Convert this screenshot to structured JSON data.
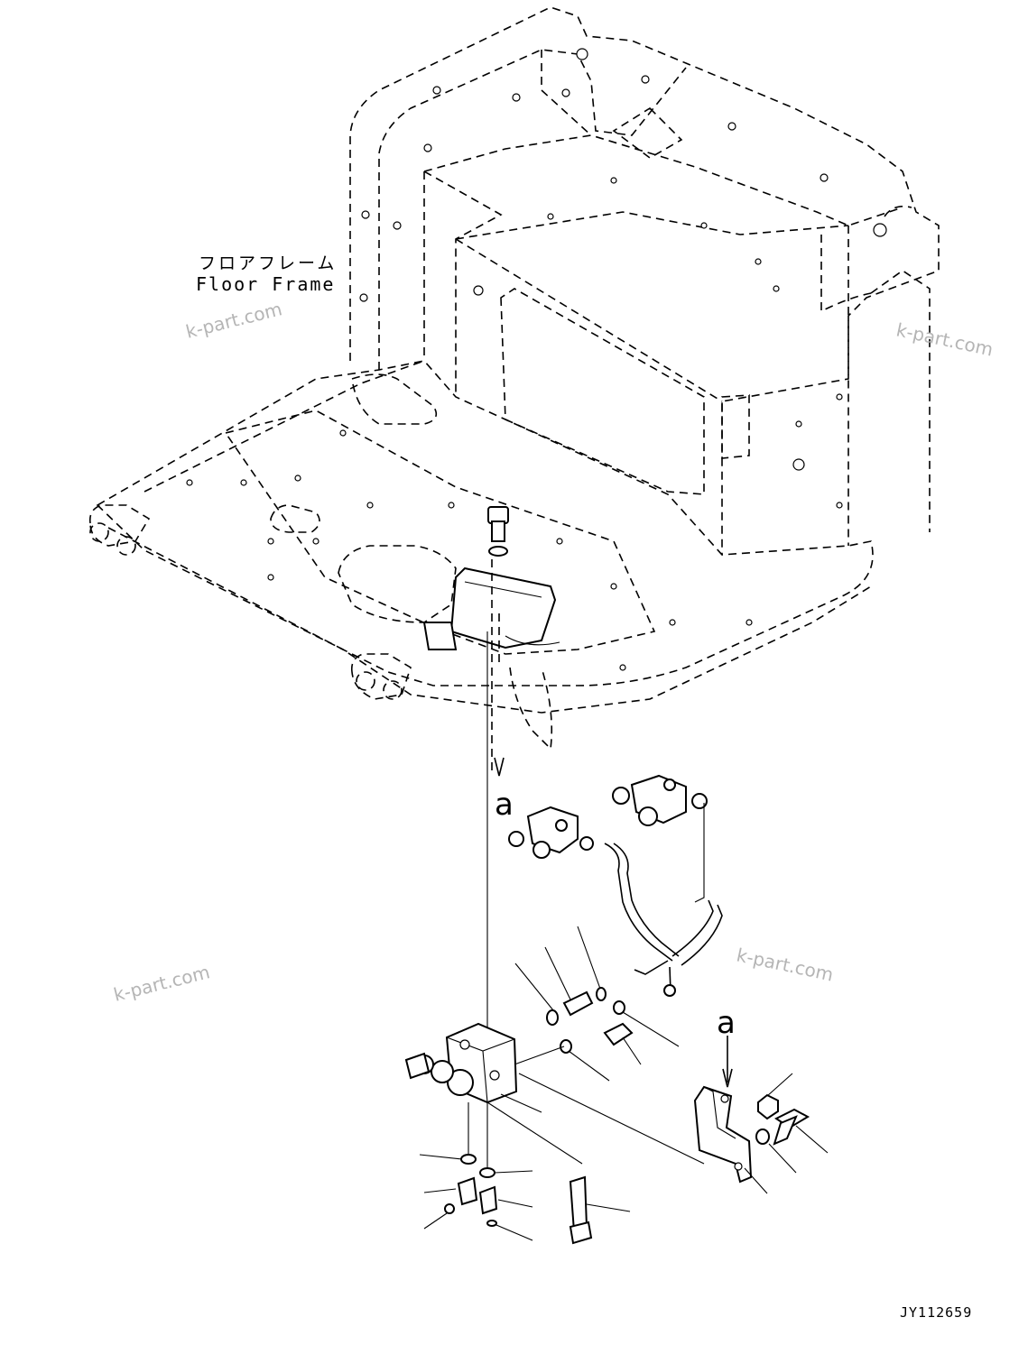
{
  "labels": {
    "floor_frame_jp": "フロアフレーム",
    "floor_frame_en": "Floor Frame",
    "ref_letter_top": "a",
    "ref_letter_bracket": "a",
    "drawing_number": "JY112659"
  },
  "watermarks": [
    "k-part.com",
    "k-part.com",
    "k-part.com",
    "k-part.com"
  ],
  "colors": {
    "line": "#000000",
    "watermark": "#b5b5b5",
    "background": "#ffffff"
  }
}
